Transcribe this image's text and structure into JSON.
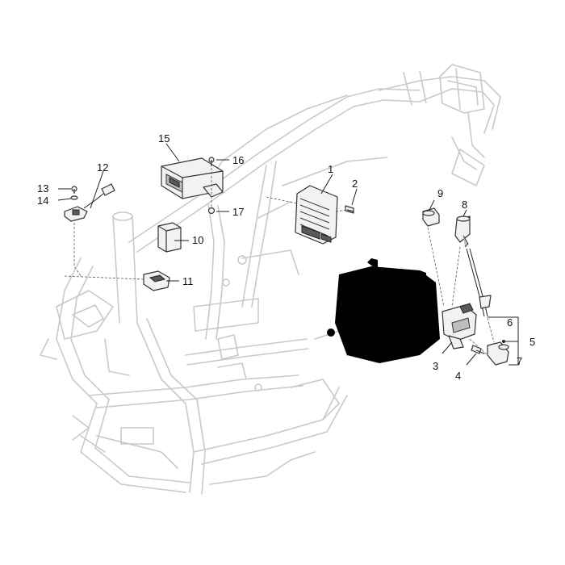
{
  "callouts": [
    {
      "id": "c1",
      "label": "1"
    },
    {
      "id": "c2",
      "label": "2"
    },
    {
      "id": "c3",
      "label": "3"
    },
    {
      "id": "c4",
      "label": "4"
    },
    {
      "id": "c5",
      "label": "5"
    },
    {
      "id": "c6",
      "label": "6"
    },
    {
      "id": "c7",
      "label": "7"
    },
    {
      "id": "c8",
      "label": "8"
    },
    {
      "id": "c9",
      "label": "9"
    },
    {
      "id": "c10",
      "label": "10"
    },
    {
      "id": "c11",
      "label": "11"
    },
    {
      "id": "c12",
      "label": "12"
    },
    {
      "id": "c13",
      "label": "13"
    },
    {
      "id": "c14",
      "label": "14"
    },
    {
      "id": "c15",
      "label": "15"
    },
    {
      "id": "c16",
      "label": "16"
    },
    {
      "id": "c17",
      "label": "17"
    }
  ],
  "colors": {
    "frame_line": "#c9c9c9",
    "part_outline": "#333333",
    "callout_text": "#111111",
    "background": "#ffffff"
  }
}
